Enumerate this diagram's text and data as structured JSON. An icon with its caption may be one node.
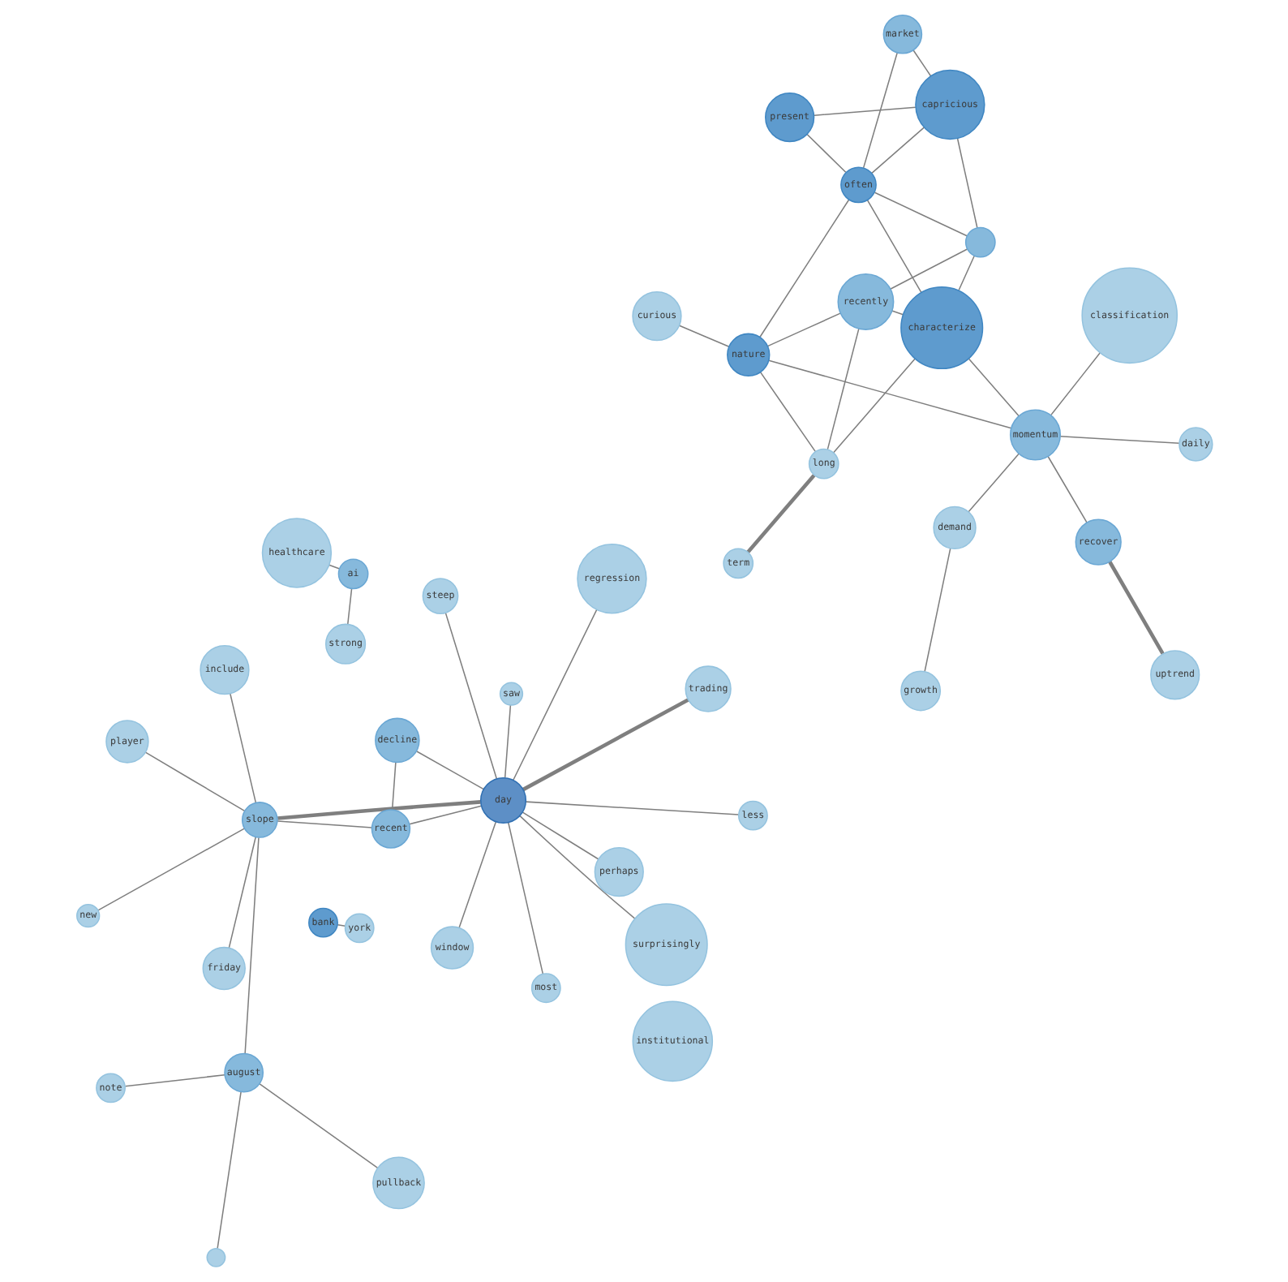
{
  "diagram": {
    "nodes": [
      {
        "text": [
          "new"
        ]
      },
      {
        "text": [
          "pullback"
        ]
      },
      {
        "text": [
          "present"
        ]
      },
      {
        "text": [
          "friday"
        ]
      },
      {
        "text": [
          "player"
        ]
      },
      {
        "text": [
          "include"
        ]
      },
      {
        "text": [
          "institutional"
        ]
      },
      {
        "text": [
          "demand"
        ]
      },
      {
        "text": [
          "slope"
        ]
      },
      {
        "text": [
          "bank"
        ]
      },
      {
        "text": [
          "surprisingly"
        ]
      },
      {
        "text": [
          "healthcare"
        ]
      },
      {
        "text": [
          "recover"
        ]
      },
      {
        "text": [],
        "shape": "circle"
      },
      {
        "text": [
          "note"
        ]
      },
      {
        "text": [
          "market"
        ]
      },
      {
        "text": [
          "momentum"
        ]
      },
      {
        "text": [
          "recently"
        ]
      },
      {
        "text": [
          "recent"
        ]
      },
      {
        "text": [
          "term"
        ]
      },
      {
        "text": [
          "characterize"
        ]
      },
      {
        "text": [
          "window"
        ]
      },
      {
        "text": [
          "august"
        ]
      },
      {
        "text": [
          "decline"
        ]
      },
      {
        "text": [
          "growth"
        ]
      },
      {
        "text": [
          "daily"
        ]
      },
      {
        "text": [
          "ai"
        ]
      },
      {
        "text": [
          "york"
        ]
      },
      {
        "text": [
          "day"
        ]
      },
      {
        "text": [
          "trading"
        ]
      },
      {
        "text": [
          "nature"
        ]
      },
      {
        "text": [
          "long"
        ]
      },
      {
        "text": [
          "classification"
        ]
      },
      {
        "text": [
          "capricious"
        ]
      },
      {
        "text": [
          "less"
        ]
      },
      {
        "text": [
          "often"
        ]
      },
      {
        "text": [
          "uptrend"
        ]
      },
      {
        "text": [
          "perhaps"
        ]
      },
      {
        "text": [
          "steep"
        ]
      },
      {
        "text": [
          "saw"
        ]
      },
      {
        "text": [
          "strong"
        ]
      },
      {
        "text": [],
        "shape": "circle"
      },
      {
        "text": [
          "regression"
        ]
      },
      {
        "text": [
          "curious"
        ]
      },
      {
        "text": [
          "most"
        ]
      }
    ],
    "edges": [
      {
        "from": 0,
        "to": 8,
        "arrow": "none"
      },
      {
        "from": 5,
        "to": 8,
        "arrow": "none"
      },
      {
        "from": 4,
        "to": 8,
        "arrow": "none"
      },
      {
        "from": 3,
        "to": 8,
        "arrow": "none"
      },
      {
        "from": 1,
        "to": 22,
        "arrow": "none"
      },
      {
        "from": 8,
        "to": 22,
        "arrow": "none"
      },
      {
        "from": 8,
        "to": 28,
        "arrow": "none",
        "style": "thick"
      },
      {
        "from": 8,
        "to": 18,
        "arrow": "none"
      },
      {
        "from": 9,
        "to": 27,
        "arrow": "none"
      },
      {
        "from": 10,
        "to": 28,
        "arrow": "none"
      },
      {
        "from": 11,
        "to": 26,
        "arrow": "none"
      },
      {
        "from": 14,
        "to": 22,
        "arrow": "none"
      },
      {
        "from": 18,
        "to": 23,
        "arrow": "none"
      },
      {
        "from": 18,
        "to": 28,
        "arrow": "none"
      },
      {
        "from": 23,
        "to": 28,
        "arrow": "none"
      },
      {
        "from": 7,
        "to": 16,
        "arrow": "none"
      },
      {
        "from": 7,
        "to": 24,
        "arrow": "none"
      },
      {
        "from": 16,
        "to": 32,
        "arrow": "none"
      },
      {
        "from": 12,
        "to": 16,
        "arrow": "none"
      },
      {
        "from": 12,
        "to": 36,
        "arrow": "none",
        "style": "thick"
      },
      {
        "from": 13,
        "to": 22,
        "arrow": "none"
      },
      {
        "from": 20,
        "to": 16,
        "arrow": "none"
      },
      {
        "from": 16,
        "to": 25,
        "arrow": "none"
      },
      {
        "from": 2,
        "to": 33,
        "arrow": "none"
      },
      {
        "from": 2,
        "to": 35,
        "arrow": "none"
      },
      {
        "from": 19,
        "to": 31,
        "arrow": "none",
        "style": "thick"
      },
      {
        "from": 21,
        "to": 28,
        "arrow": "none"
      },
      {
        "from": 29,
        "to": 28,
        "arrow": "none",
        "style": "thick"
      },
      {
        "from": 15,
        "to": 33,
        "arrow": "none"
      },
      {
        "from": 16,
        "to": 30,
        "arrow": "none"
      },
      {
        "from": 15,
        "to": 35,
        "arrow": "none"
      },
      {
        "from": 17,
        "to": 20,
        "arrow": "none"
      },
      {
        "from": 17,
        "to": 41,
        "arrow": "none"
      },
      {
        "from": 20,
        "to": 41,
        "arrow": "none"
      },
      {
        "from": 17,
        "to": 30,
        "arrow": "none"
      },
      {
        "from": 17,
        "to": 31,
        "arrow": "none"
      },
      {
        "from": 20,
        "to": 31,
        "arrow": "none"
      },
      {
        "from": 20,
        "to": 35,
        "arrow": "none"
      },
      {
        "from": 30,
        "to": 31,
        "arrow": "none"
      },
      {
        "from": 30,
        "to": 35,
        "arrow": "none"
      },
      {
        "from": 30,
        "to": 43,
        "arrow": "none"
      },
      {
        "from": 35,
        "to": 33,
        "arrow": "none"
      },
      {
        "from": 35,
        "to": 41,
        "arrow": "none"
      },
      {
        "from": 33,
        "to": 41,
        "arrow": "none"
      },
      {
        "from": 28,
        "to": 42,
        "arrow": "none"
      },
      {
        "from": 28,
        "to": 39,
        "arrow": "none"
      },
      {
        "from": 28,
        "to": 44,
        "arrow": "none"
      },
      {
        "from": 28,
        "to": 34,
        "arrow": "none"
      },
      {
        "from": 28,
        "to": 37,
        "arrow": "none"
      },
      {
        "from": 28,
        "to": 38,
        "arrow": "none"
      },
      {
        "from": 26,
        "to": 40,
        "arrow": "none"
      }
    ]
  }
}
